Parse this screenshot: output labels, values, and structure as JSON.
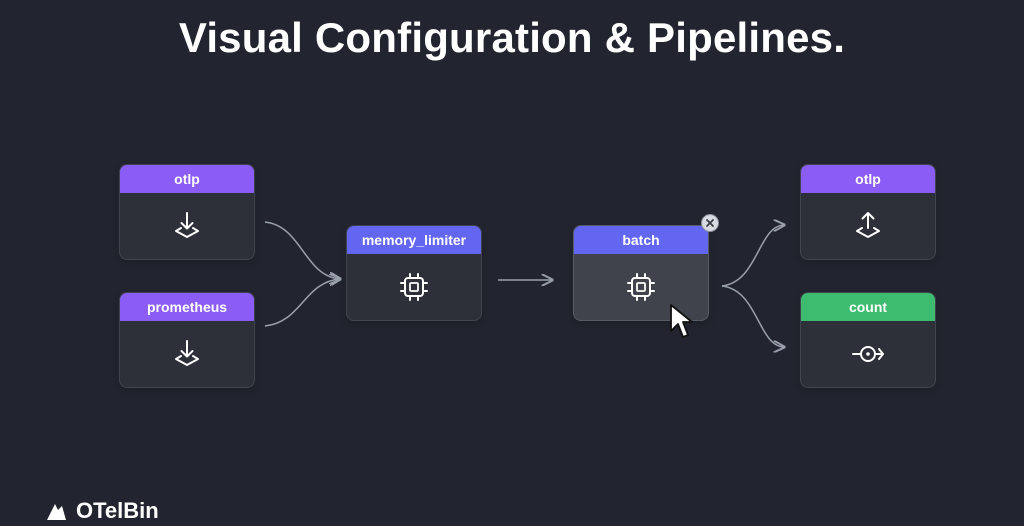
{
  "title": "Visual Configuration & Pipelines.",
  "nodes": [
    {
      "label": "otlp",
      "kind": "receiver",
      "icon": "receiver-download-icon"
    },
    {
      "label": "prometheus",
      "kind": "receiver",
      "icon": "receiver-download-icon"
    },
    {
      "label": "memory_limiter",
      "kind": "processor",
      "icon": "processor-chip-icon"
    },
    {
      "label": "batch",
      "kind": "processor",
      "icon": "processor-chip-icon",
      "selected": true
    },
    {
      "label": "otlp",
      "kind": "exporter",
      "icon": "exporter-upload-icon"
    },
    {
      "label": "count",
      "kind": "connector",
      "icon": "connector-count-icon"
    }
  ],
  "colors": {
    "background": "#22252f",
    "receiver": "#8b5cf6",
    "processor": "#6366f1",
    "exporter": "#8b5cf6",
    "connector": "#3dbb6e",
    "edge": "#9aa0ab"
  },
  "footer": {
    "logo_text": "OTelBin"
  }
}
